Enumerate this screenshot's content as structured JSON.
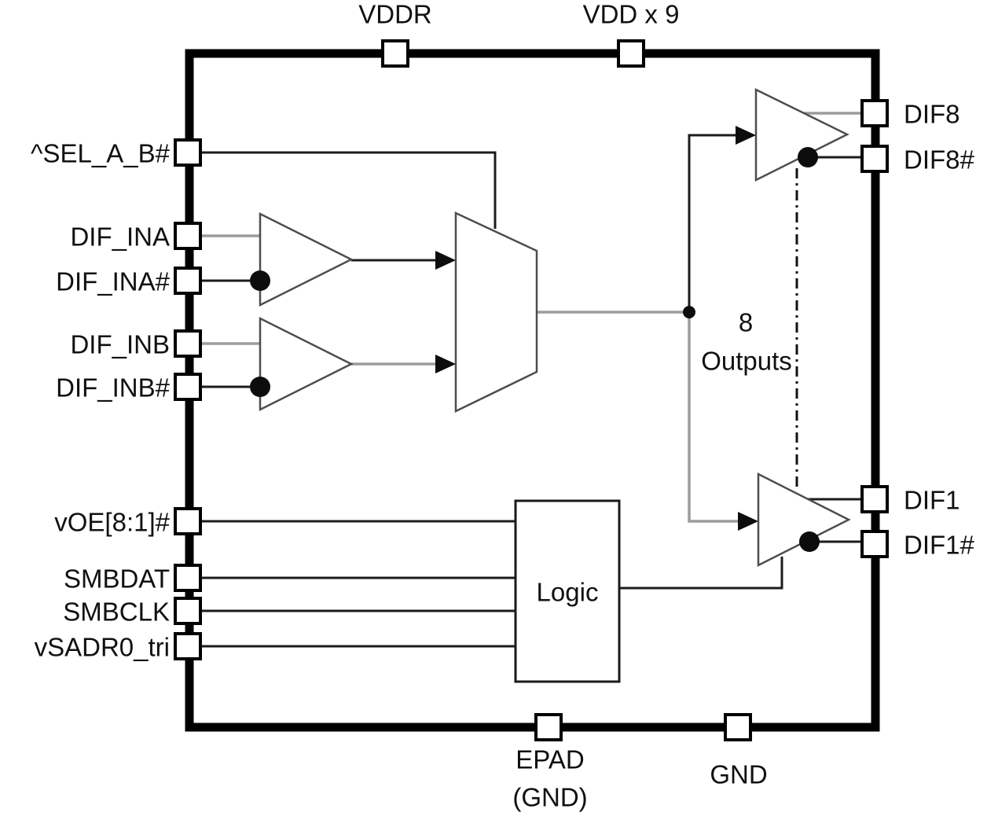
{
  "diagram": {
    "top_pins": [
      "VDDR",
      "VDD x 9"
    ],
    "left_pins": [
      "^SEL_A_B#",
      "DIF_INA",
      "DIF_INA#",
      "DIF_INB",
      "DIF_INB#",
      "vOE[8:1]#",
      "SMBDAT",
      "SMBCLK",
      "vSADR0_tri"
    ],
    "right_pins": [
      "DIF8",
      "DIF8#",
      "DIF1",
      "DIF1#"
    ],
    "bottom_pins": {
      "epad_line1": "EPAD",
      "epad_line2": "(GND)",
      "gnd": "GND"
    },
    "internal": {
      "outputs_count": "8",
      "outputs_word": "Outputs",
      "logic": "Logic"
    }
  },
  "colors": {
    "background": "#ffffff",
    "chip_border": "#000000",
    "wire": "#1c1c1c",
    "wire_alt": "#9c9c9c",
    "shape_outline": "#4d4d4d",
    "text": "#111111"
  }
}
